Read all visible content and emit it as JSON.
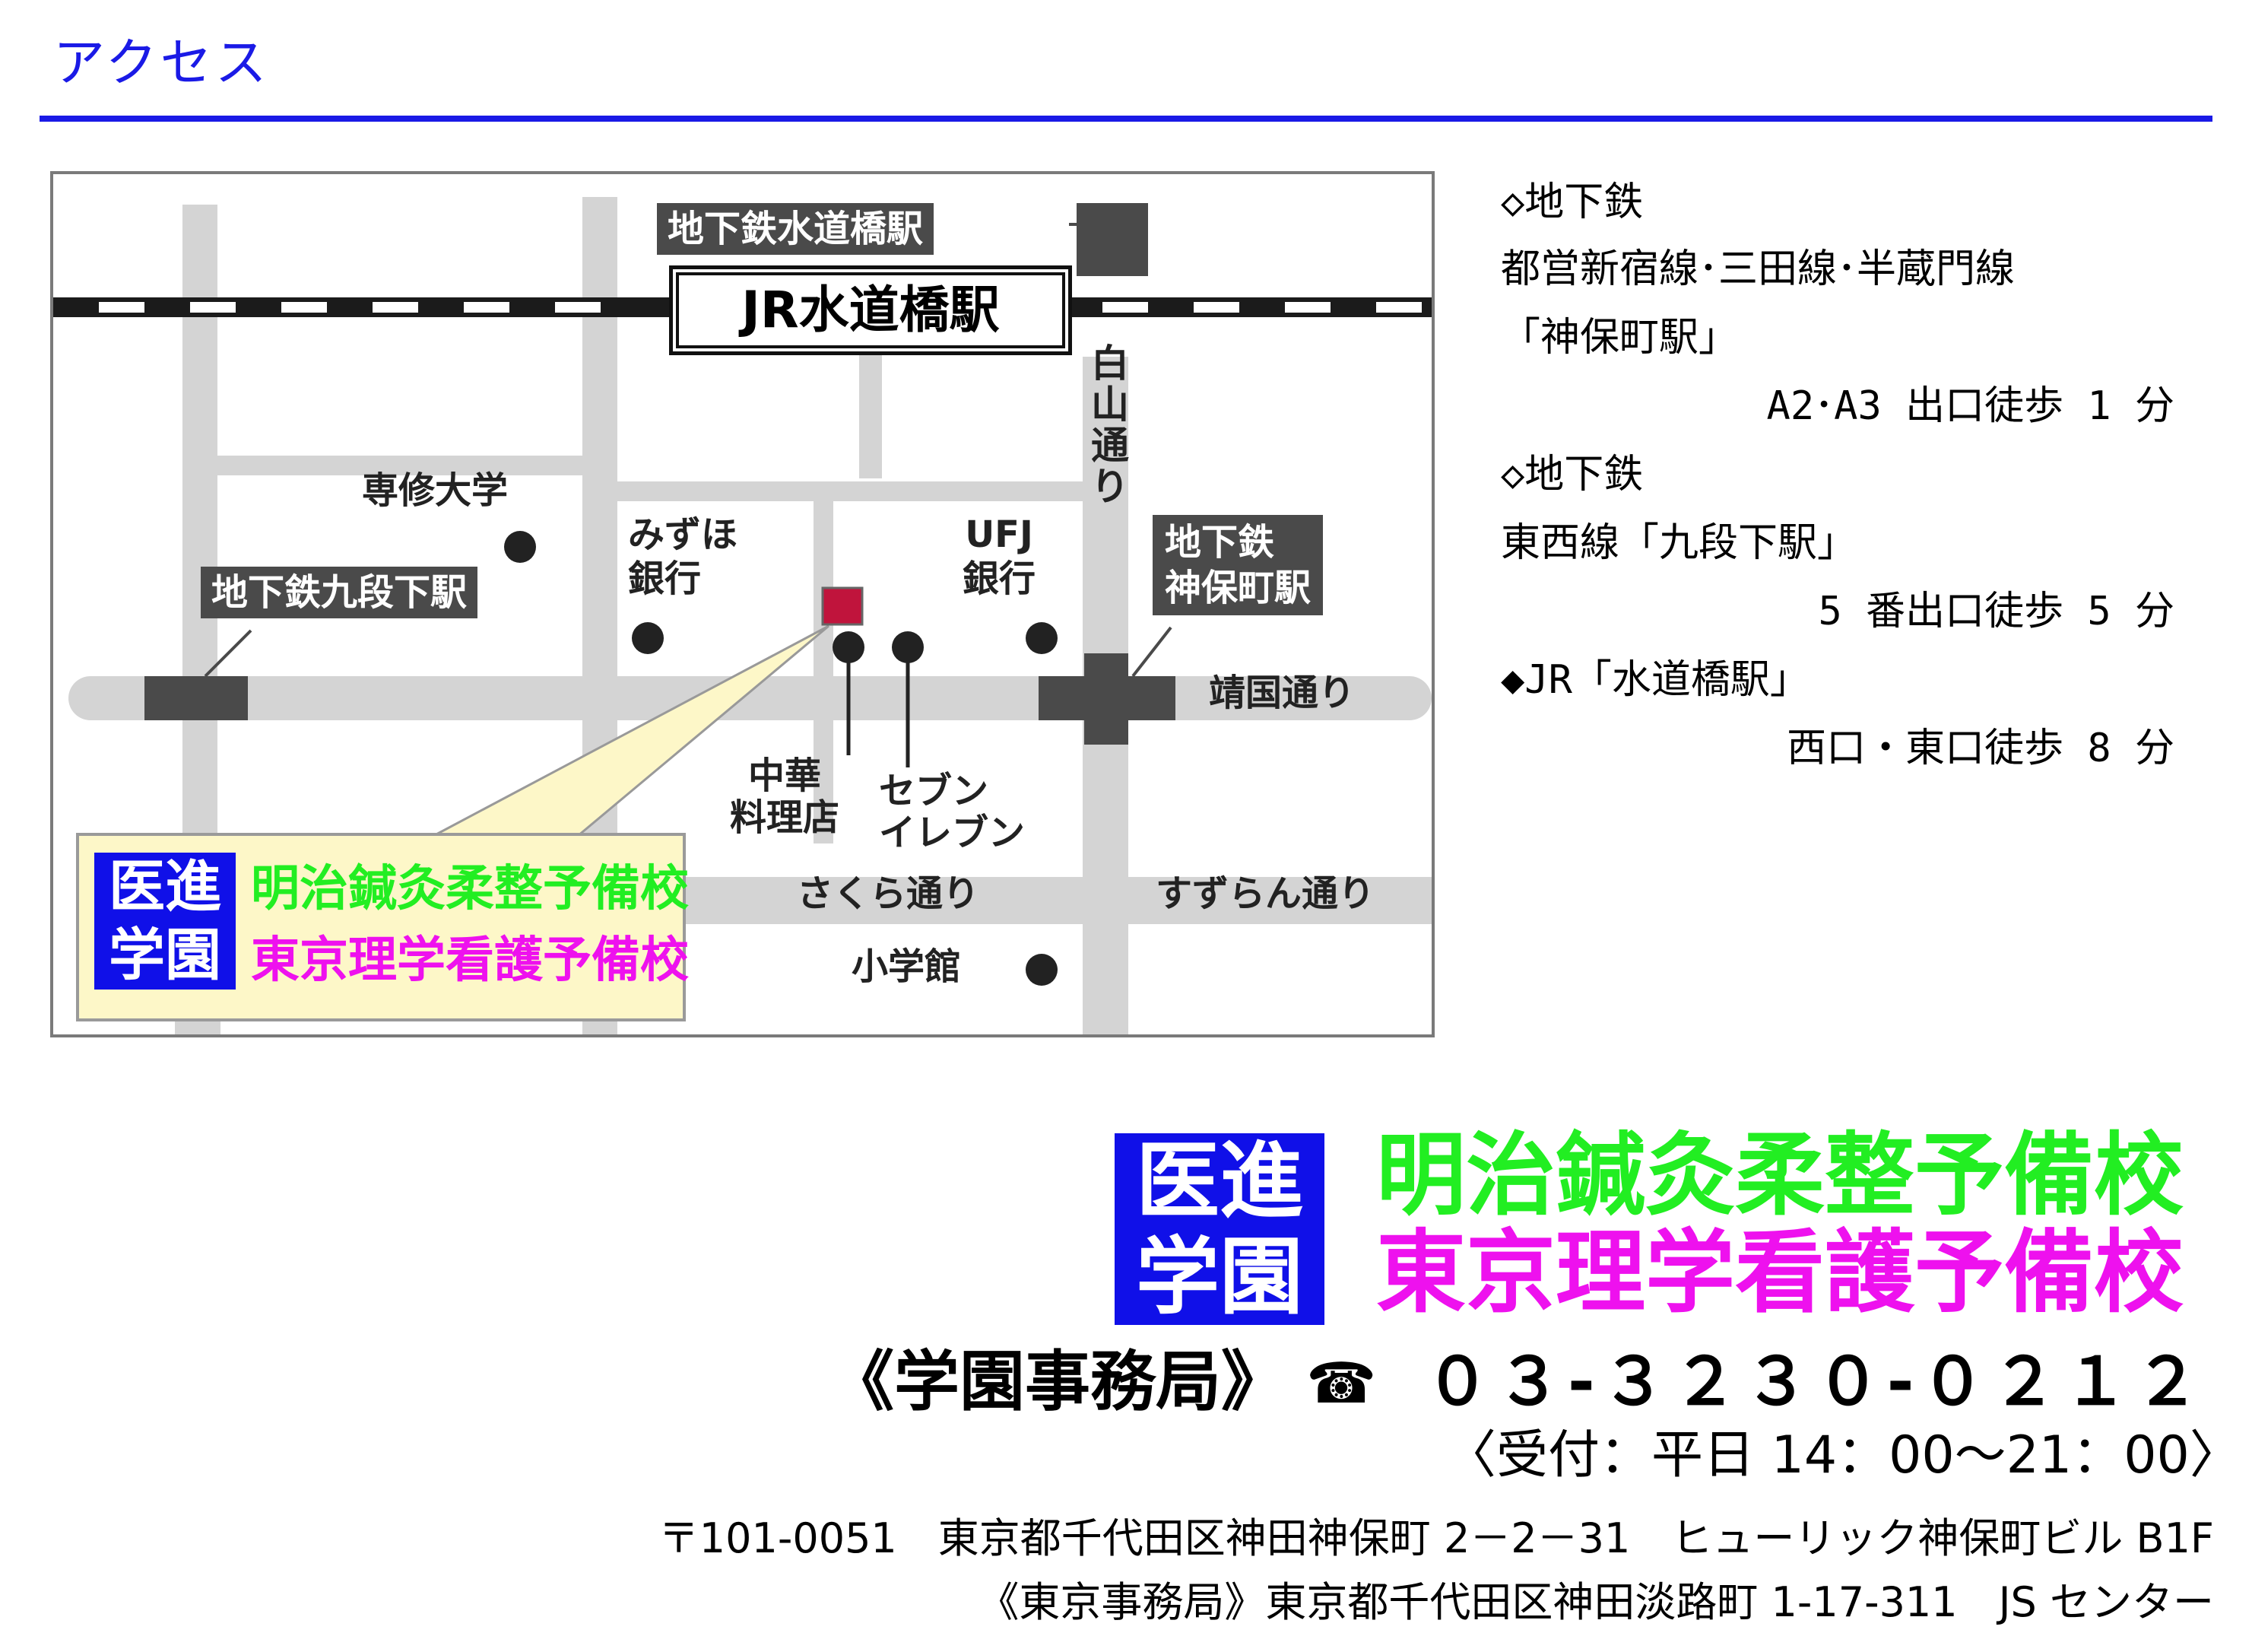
{
  "title": "アクセス",
  "map": {
    "stations": {
      "jr_suidobashi": "JR水道橋駅",
      "subway_suidobashi": "地下鉄水道橋駅",
      "subway_kudanshita": "地下鉄九段下駅",
      "subway_jimbocho_line1": "地下鉄",
      "subway_jimbocho_line2": "神保町駅"
    },
    "streets": {
      "hakusan": "白山通り",
      "yasukuni": "靖国通り",
      "sakura": "さくら通り",
      "suzuran": "すずらん通り"
    },
    "landmarks": {
      "senshu_univ": "専修大学",
      "mizuho_line1": "みずほ",
      "mizuho_line2": "銀行",
      "ufj_line1": "UFJ",
      "ufj_line2": "銀行",
      "chinese_line1": "中華",
      "chinese_line2": "料理店",
      "seven_line1": "セブン",
      "seven_line2": "イレブン",
      "shogakukan": "小学館"
    },
    "legend": {
      "badge_line1": "医進",
      "badge_line2": "学園",
      "school1": "明治鍼灸柔整予備校",
      "school2": "東京理学看護予備校"
    }
  },
  "access": {
    "lines": [
      "◇地下鉄",
      "都営新宿線･三田線･半蔵門線",
      "「神保町駅」",
      "A2･A3 出口徒歩 1 分",
      "◇地下鉄",
      "東西線「九段下駅」",
      "5 番出口徒歩 5 分",
      "◆JR「水道橋駅」",
      "西口・東口徒歩 8 分"
    ]
  },
  "footer": {
    "badge_line1": "医進",
    "badge_line2": "学園",
    "school1": "明治鍼灸柔整予備校",
    "school2": "東京理学看護予備校",
    "office": "《学園事務局》",
    "phone_icon": "☎",
    "phone": "０３-３２３０-０２１２",
    "hours": "〈受付：平日 14：00〜21：00〉",
    "address1": "〒101-0051　東京都千代田区神田神保町 2－2－31　ヒューリック神保町ビル B1F",
    "address2": "《東京事務局》東京都千代田区神田淡路町 1-17-311　JS センター"
  },
  "colors": {
    "heading_blue": "#1a1ae6",
    "school_green": "#22ee22",
    "school_magenta": "#ee11ee",
    "marker_red": "#c0143c"
  }
}
